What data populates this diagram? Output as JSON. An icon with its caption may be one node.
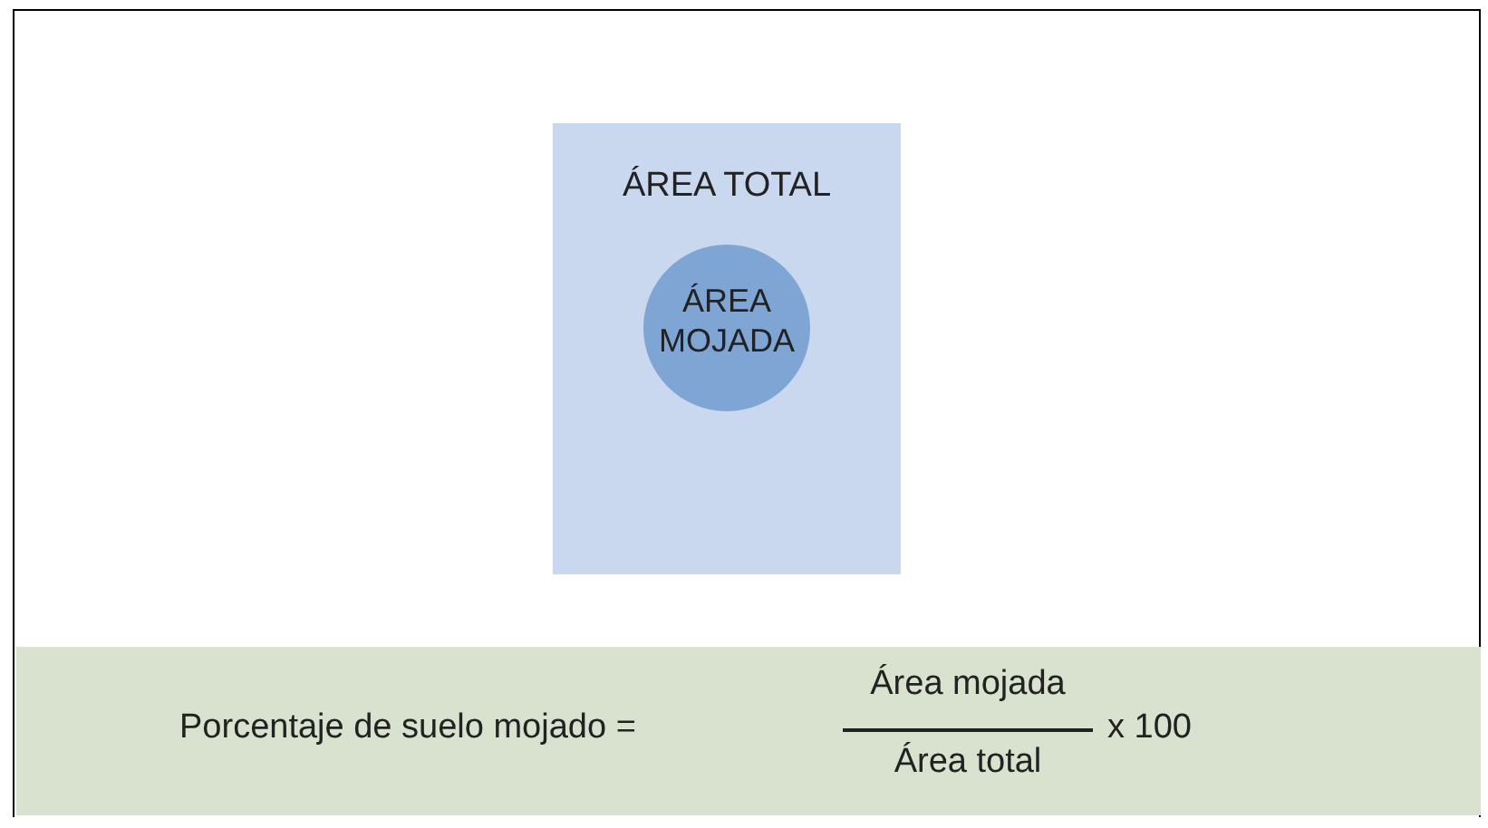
{
  "diagram": {
    "nodes": [
      {
        "text": [
          "ÁREA TOTAL"
        ]
      },
      {
        "text": [
          "ÁREA MOJADA"
        ],
        "in": 0
      },
      {
        "text": [
          "Porcentaje de suelo mojado =",
          "Área mojada",
          "Área total",
          "x 100"
        ]
      }
    ]
  }
}
